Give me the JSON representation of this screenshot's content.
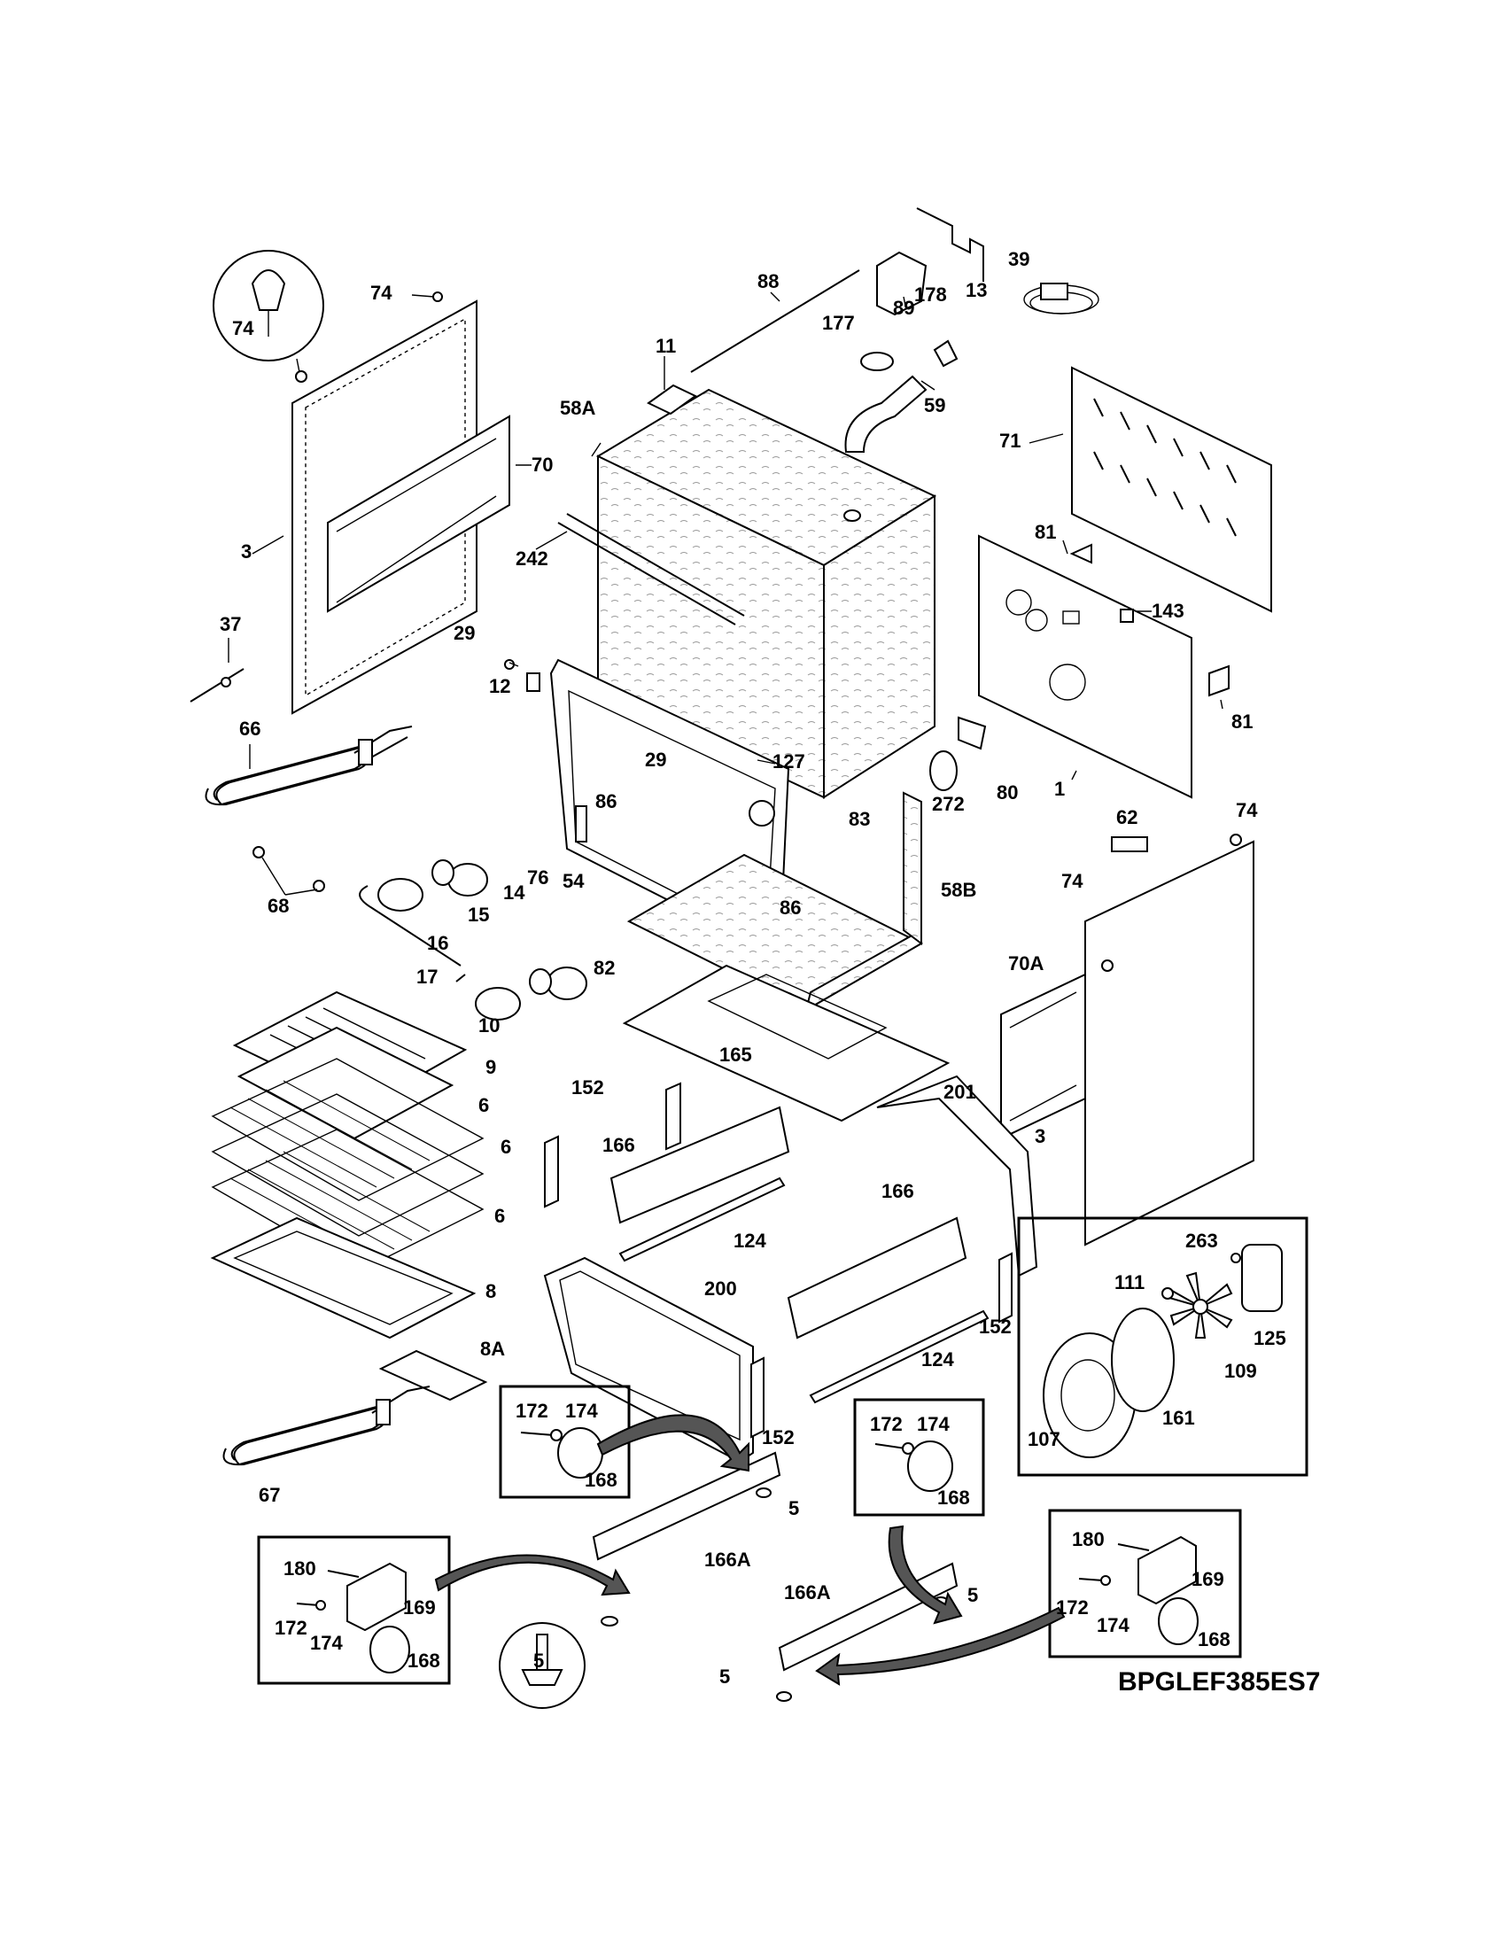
{
  "diagram": {
    "model_code": "BPGLEF385ES7",
    "callouts": [
      {
        "id": "c74a",
        "label": "74"
      },
      {
        "id": "c74b",
        "label": "74"
      },
      {
        "id": "c74c",
        "label": "74"
      },
      {
        "id": "c74d",
        "label": "74"
      },
      {
        "id": "c3a",
        "label": "3"
      },
      {
        "id": "c3b",
        "label": "3"
      },
      {
        "id": "c70",
        "label": "70"
      },
      {
        "id": "c70A",
        "label": "70A"
      },
      {
        "id": "c37",
        "label": "37"
      },
      {
        "id": "c66",
        "label": "66"
      },
      {
        "id": "c68",
        "label": "68"
      },
      {
        "id": "c11",
        "label": "11"
      },
      {
        "id": "c88",
        "label": "88"
      },
      {
        "id": "c89",
        "label": "89"
      },
      {
        "id": "c13",
        "label": "13"
      },
      {
        "id": "c39",
        "label": "39"
      },
      {
        "id": "c177",
        "label": "177"
      },
      {
        "id": "c178",
        "label": "178"
      },
      {
        "id": "c59",
        "label": "59"
      },
      {
        "id": "c58A",
        "label": "58A"
      },
      {
        "id": "c58B",
        "label": "58B"
      },
      {
        "id": "c71",
        "label": "71"
      },
      {
        "id": "c242",
        "label": "242"
      },
      {
        "id": "c29a",
        "label": "29"
      },
      {
        "id": "c29b",
        "label": "29"
      },
      {
        "id": "c12",
        "label": "12"
      },
      {
        "id": "c127",
        "label": "127"
      },
      {
        "id": "c86a",
        "label": "86"
      },
      {
        "id": "c86b",
        "label": "86"
      },
      {
        "id": "c76",
        "label": "76"
      },
      {
        "id": "c83",
        "label": "83"
      },
      {
        "id": "c81a",
        "label": "81"
      },
      {
        "id": "c81b",
        "label": "81"
      },
      {
        "id": "c143",
        "label": "143"
      },
      {
        "id": "c272",
        "label": "272"
      },
      {
        "id": "c80",
        "label": "80"
      },
      {
        "id": "c1",
        "label": "1"
      },
      {
        "id": "c62",
        "label": "62"
      },
      {
        "id": "c54",
        "label": "54"
      },
      {
        "id": "c14",
        "label": "14"
      },
      {
        "id": "c15",
        "label": "15"
      },
      {
        "id": "c16",
        "label": "16"
      },
      {
        "id": "c17",
        "label": "17"
      },
      {
        "id": "c82",
        "label": "82"
      },
      {
        "id": "c165",
        "label": "165"
      },
      {
        "id": "c10",
        "label": "10"
      },
      {
        "id": "c9",
        "label": "9"
      },
      {
        "id": "c6a",
        "label": "6"
      },
      {
        "id": "c6b",
        "label": "6"
      },
      {
        "id": "c6c",
        "label": "6"
      },
      {
        "id": "c8",
        "label": "8"
      },
      {
        "id": "c8A",
        "label": "8A"
      },
      {
        "id": "c152a",
        "label": "152"
      },
      {
        "id": "c152b",
        "label": "152"
      },
      {
        "id": "c152c",
        "label": "152"
      },
      {
        "id": "c166a",
        "label": "166"
      },
      {
        "id": "c166b",
        "label": "166"
      },
      {
        "id": "c124a",
        "label": "124"
      },
      {
        "id": "c124b",
        "label": "124"
      },
      {
        "id": "c201",
        "label": "201"
      },
      {
        "id": "c200",
        "label": "200"
      },
      {
        "id": "c263",
        "label": "263"
      },
      {
        "id": "c111",
        "label": "111"
      },
      {
        "id": "c125",
        "label": "125"
      },
      {
        "id": "c109",
        "label": "109"
      },
      {
        "id": "c161",
        "label": "161"
      },
      {
        "id": "c107",
        "label": "107"
      },
      {
        "id": "c67",
        "label": "67"
      },
      {
        "id": "c172a",
        "label": "172"
      },
      {
        "id": "c174a",
        "label": "174"
      },
      {
        "id": "c168a",
        "label": "168"
      },
      {
        "id": "c172b",
        "label": "172"
      },
      {
        "id": "c174b",
        "label": "174"
      },
      {
        "id": "c168b",
        "label": "168"
      },
      {
        "id": "c5a",
        "label": "5"
      },
      {
        "id": "c5b",
        "label": "5"
      },
      {
        "id": "c5c",
        "label": "5"
      },
      {
        "id": "c5d",
        "label": "5"
      },
      {
        "id": "c166Aa",
        "label": "166A"
      },
      {
        "id": "c166Ab",
        "label": "166A"
      },
      {
        "id": "c180a",
        "label": "180"
      },
      {
        "id": "c169a",
        "label": "169"
      },
      {
        "id": "c172c",
        "label": "172"
      },
      {
        "id": "c174c",
        "label": "174"
      },
      {
        "id": "c168c",
        "label": "168"
      },
      {
        "id": "c180b",
        "label": "180"
      },
      {
        "id": "c169b",
        "label": "169"
      },
      {
        "id": "c172d",
        "label": "172"
      },
      {
        "id": "c174d",
        "label": "174"
      },
      {
        "id": "c168d",
        "label": "168"
      }
    ]
  }
}
